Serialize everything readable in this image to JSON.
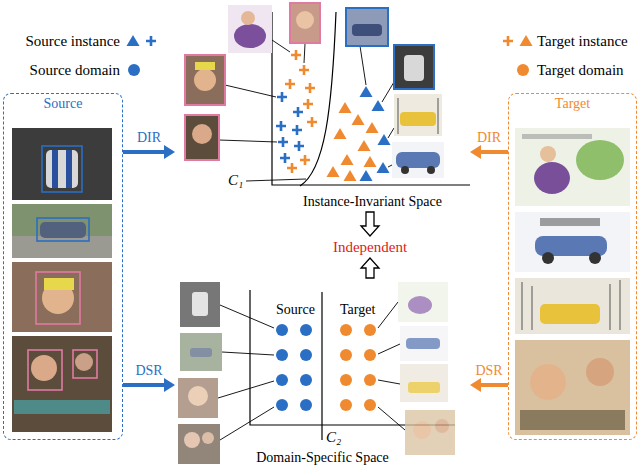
{
  "diagram": {
    "nodes": [
      {
        "text": [
          "Source"
        ]
      },
      {
        "text": [
          "Instance-Invariant Space"
        ]
      },
      {
        "text": [
          "Target"
        ]
      },
      {
        "text": [
          "Independent"
        ]
      },
      {
        "text": [
          "Domain-Specific Space"
        ]
      }
    ],
    "edges": [
      {
        "from": 0,
        "to": 1,
        "label": "DIR",
        "arrow": "to"
      },
      {
        "from": 2,
        "to": 1,
        "label": "DIR",
        "arrow": "to"
      },
      {
        "from": 0,
        "to": 4,
        "label": "DSR",
        "arrow": "to"
      },
      {
        "from": 2,
        "to": 4,
        "label": "DSR",
        "arrow": "to"
      },
      {
        "from": 1,
        "to": 3,
        "arrow": "to"
      },
      {
        "from": 4,
        "to": 3,
        "arrow": "to"
      }
    ],
    "labels": [
      "C₁",
      "Source",
      "Target",
      "C₂"
    ],
    "legend": [
      {
        "text": "Source instance"
      },
      {
        "text": "Source domain",
        "color": "#2a6fc4"
      },
      {
        "text": "Target instance"
      },
      {
        "text": "Target domain",
        "color": "#f08a30"
      }
    ]
  }
}
